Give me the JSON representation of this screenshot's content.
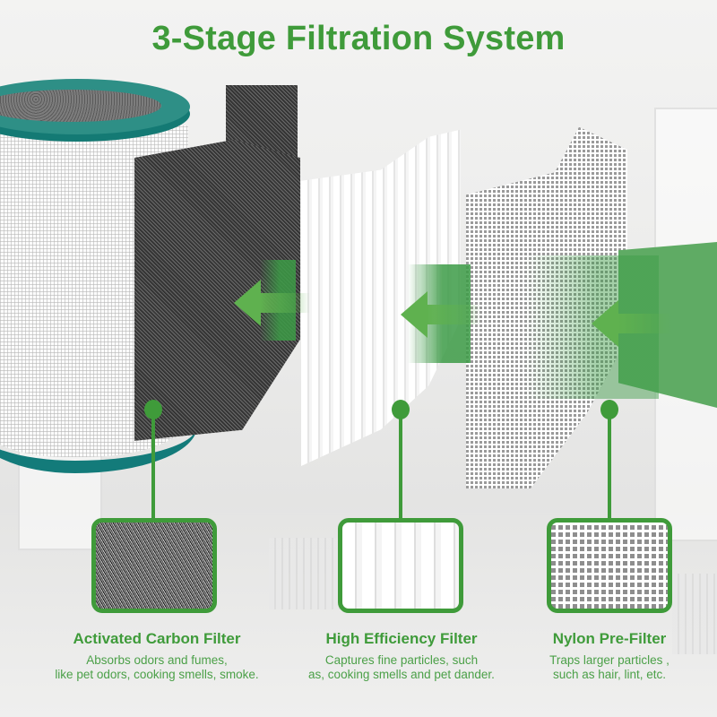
{
  "title": "3-Stage Filtration System",
  "colors": {
    "accent_green": "#3f9b3a",
    "filter_ring_teal": "#137b7a"
  },
  "filters": [
    {
      "name": "Activated Carbon Filter",
      "description_line1": "Absorbs odors and fumes,",
      "description_line2": "like pet odors, cooking smells, smoke.",
      "texture": "carbon"
    },
    {
      "name": "High Efficiency Filter",
      "description_line1": "Captures fine particles, such",
      "description_line2": "as, cooking smells and pet dander.",
      "texture": "pleated"
    },
    {
      "name": "Nylon Pre-Filter",
      "description_line1": "Traps larger particles ,",
      "description_line2": "such as hair, lint, etc.",
      "texture": "mesh"
    }
  ],
  "icons": {
    "airflow_arrow": "left-arrow-icon"
  }
}
